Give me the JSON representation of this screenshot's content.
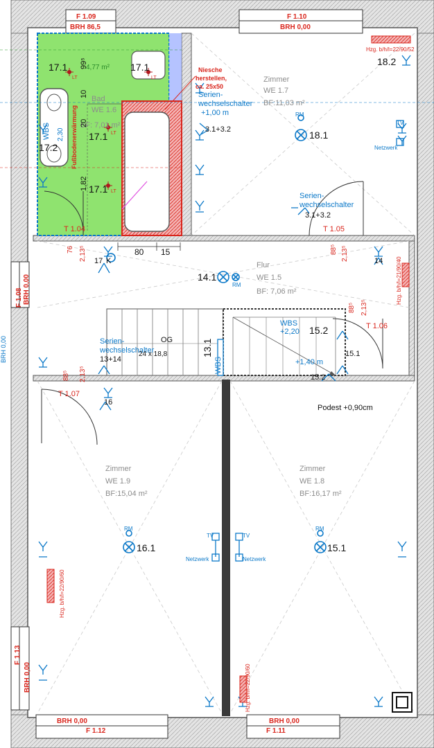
{
  "colors": {
    "wall": "#9a9a9a",
    "bath_fill": "#8fe36f",
    "electric_blue": "#0a78c8",
    "label_red": "#d9251c",
    "room_text": "#8c8c8c"
  },
  "windows": {
    "f109": {
      "id": "F 1.09",
      "brh": "BRH 86,5"
    },
    "f110": {
      "id": "F 1.10",
      "brh": "BRH 0,00"
    },
    "f108": {
      "id": "F 1.08",
      "brh": "BRH 0,00"
    },
    "f113": {
      "id": "F 1.13",
      "brh": "BRH 0,00"
    },
    "f112": {
      "id": "F 1.12",
      "brh": "BRH 0,00"
    },
    "f111": {
      "id": "F 1.11",
      "brh": "BRH 0,00"
    }
  },
  "doors": {
    "t104": "T 1.04",
    "t105": "T 1.05",
    "t106": "T 1.06",
    "t107": "T 1.07"
  },
  "rooms": {
    "bad": {
      "name": "Bad",
      "we": "WE 1.6",
      "bf": "BF: 7,01 m²"
    },
    "zimmer17": {
      "name": "Zimmer",
      "we": "WE 1.7",
      "bf": "BF:11,03 m²"
    },
    "flur": {
      "name": "Flur",
      "we": "WE 1.5",
      "bf": "BF:  7,06 m²"
    },
    "zimmer19": {
      "name": "Zimmer",
      "we": "WE 1.9",
      "bf": "BF:15,04 m²"
    },
    "zimmer18": {
      "name": "Zimmer",
      "we": "WE 1.8",
      "bf": "BF:16,17 m²"
    }
  },
  "bath": {
    "area_top": "4,77 m²",
    "floor_heating": "Fußbodenerwärmung",
    "wbs": "WBS",
    "wbs_h": "2,30",
    "dims": [
      "99⁵",
      "10",
      "20",
      "1,82"
    ],
    "niche": [
      "Niesche",
      "herstellen,",
      "ca. 25x50"
    ]
  },
  "circuits": {
    "c171a": "17.1",
    "c171b": "17.1",
    "c171c": "17.1",
    "c171d": "17.1",
    "c172": "17.2",
    "c182": "18.2",
    "c181": "18.1",
    "c141": "14.1",
    "c14": "14",
    "c17k": "17",
    "c152a": "15.2",
    "c152b": "15.2",
    "c151a": "15.1",
    "c151b": "15.1",
    "c161": "16.1",
    "c16": "16",
    "c131": "13.1",
    "c1314": "13+14",
    "c3132a": "3.1+3.2",
    "c3132b": "3.1+3.2",
    "lt": "LT",
    "rm": "RM",
    "k": "K",
    "tv": "TV",
    "netzwerk": "Netzwerk"
  },
  "switches": {
    "serien1": [
      "Serien-",
      "wechselschalter",
      "+1,00 m"
    ],
    "serien2": [
      "Serien-",
      "wechselschalter"
    ],
    "serien3": [
      "Serien-",
      "wechselschalter"
    ]
  },
  "heaters": {
    "h1": "Hzg. b/h/l=22/90/52",
    "h2": "Hzg. b/h/l=21/90/40",
    "h3": "Hzg. b/h/l=22/90/60",
    "h4": "Hzg. b/h/l=22/90/60"
  },
  "dims": {
    "d76": "76",
    "d2135a": "2,13⁵",
    "d80": "80",
    "d15": "15",
    "d885a": "88⁵",
    "d2135b": "2,13⁵",
    "d885b": "88⁵",
    "d2135c": "2,13⁵",
    "d885c": "88⁵",
    "d2135d": "2,13⁵"
  },
  "stairs": {
    "og": "OG",
    "steps": "24 x 18,8",
    "wbs": "WBS",
    "wbs_h": "+2,20",
    "h140": "+1,40 m",
    "podest": "Podest +0,90cm",
    "wbs_side": "WBS"
  },
  "edge": {
    "left": "BRH 0,00"
  }
}
